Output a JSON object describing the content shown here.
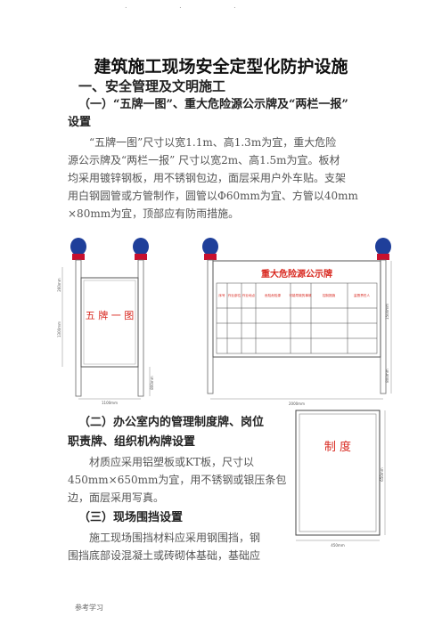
{
  "header_marks": ". .      .",
  "title": "建筑施工现场安全定型化防护设施",
  "section1": "一、安全管理及文明施工",
  "sub1": {
    "line1": "（一）“五牌一图”、重大危险源公示牌及“两栏一报”",
    "line2": "设置"
  },
  "para1": [
    "“五牌一图”尺寸以宽1.1m、高1.3m为宜，重大危险",
    "源公示牌及“两栏一报” 尺寸以宽2m、高1.5m为宜。板材",
    "均采用镀锌钢板，用不锈钢包边，面层采用户外车贴。支架",
    "用白钢圆管或方管制作，圆管以Φ60mm为宜、方管以40mm",
    "×80mm为宜，顶部应有防雨措施。"
  ],
  "fig1": {
    "board_text": "五 牌 一 图",
    "dim_top": "260mm",
    "dim_height": "1300mm",
    "dim_width": "1100mm",
    "dim_bottom": "800mm"
  },
  "fig2": {
    "board_title": "重大危险源公示牌",
    "headers": [
      "序号",
      "作业部位",
      "作业地点",
      "危险危险源",
      "可能导致的事故",
      "控制措施",
      "监督责任人"
    ],
    "dim_height": "1500mm",
    "dim_bottom": "800mm",
    "dim_width": "2000mm"
  },
  "sub2": {
    "line1": "（二）办公室内的管理制度牌、岗位",
    "line2": "职责牌、组织机构牌设置"
  },
  "para2": [
    "材质应采用铝塑板或KT板，尺寸以",
    "450mm×650mm为宜，用不锈钢或银压条包",
    "边，面层采用写真。"
  ],
  "fig3": {
    "board_text": "制   度",
    "dim_height": "650mm",
    "dim_width": "450mm"
  },
  "sub3": "（三）现场围挡设置",
  "para3": [
    "施工现场围挡材料应采用钢围挡，钢",
    "围挡底部设混凝土或砖砌体基础，基础应"
  ],
  "footer": "参考学习",
  "colors": {
    "board_red": "#d8281f",
    "post_blue": "#1f3f9a",
    "cap_red": "#c8102e"
  }
}
